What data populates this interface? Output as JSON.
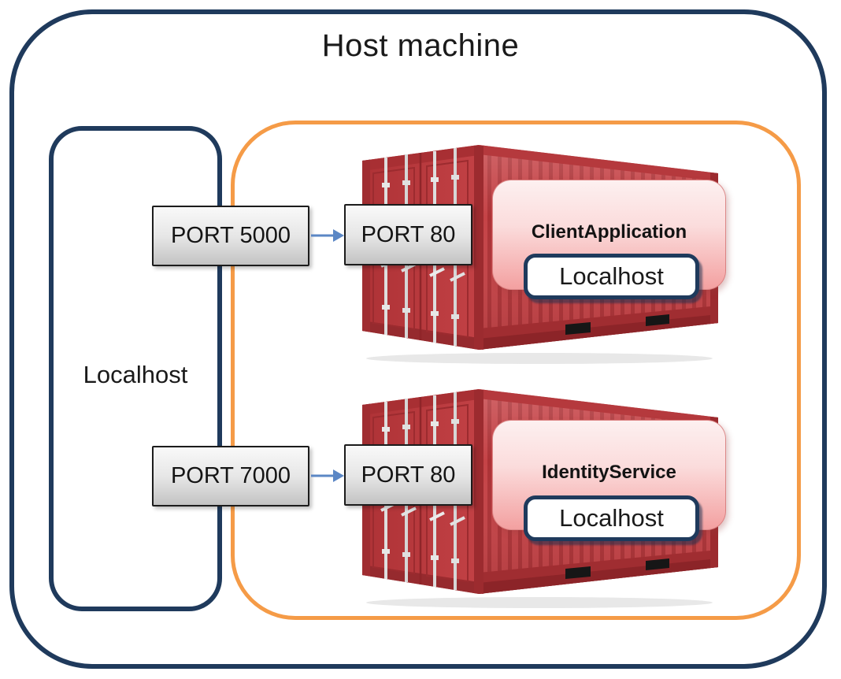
{
  "title": "Host machine",
  "host_network": {
    "label": "Localhost"
  },
  "mappings": [
    {
      "host_port": "PORT 5000",
      "container_port": "PORT 80",
      "service_name": "ClientApplication",
      "service_host": "Localhost"
    },
    {
      "host_port": "PORT 7000",
      "container_port": "PORT 80",
      "service_name": "IdentityService",
      "service_host": "Localhost"
    }
  ],
  "icons": {
    "container_image": "red-shipping-container",
    "mapping_arrow": "right-arrow"
  },
  "colors": {
    "outer_border": "#1f3a5c",
    "localhost_border": "#1f3a5c",
    "docker_area_border": "#f59b47",
    "arrow_blue": "#5b87c5",
    "container_red": "#c13d41",
    "service_pink_top": "#fdf0f0",
    "service_pink_bottom": "#f3a0a0",
    "port_box_top": "#f9f9f9",
    "port_box_bottom": "#c3c3c3",
    "port_box_border": "#1c1c1c"
  }
}
